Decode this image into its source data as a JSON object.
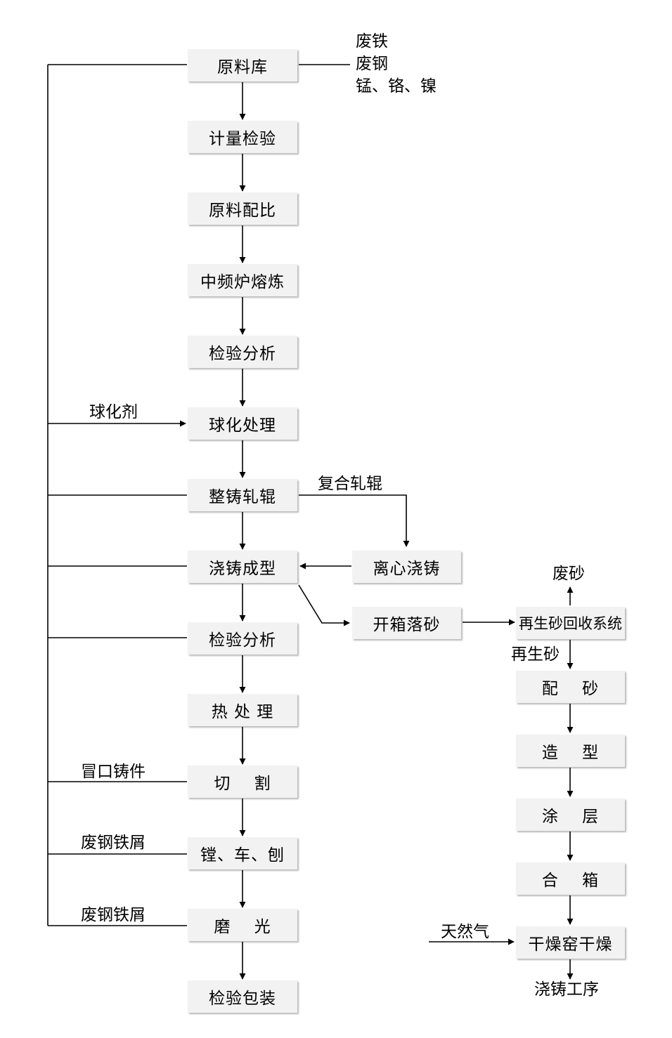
{
  "main_chain": [
    "原料库",
    "计量检验",
    "原料配比",
    "中频炉熔炼",
    "检验分析",
    "球化处理",
    "整铸轧辊",
    "浇铸成型",
    "检验分析",
    "热 处 理",
    "切    割",
    "镗、车、刨",
    "磨    光",
    "检验包装"
  ],
  "middle_boxes": {
    "centrifugal": "离心浇铸",
    "shakeout": "开箱落砂"
  },
  "sand_chain": [
    "再生砂回收系统",
    "配    砂",
    "造    型",
    "涂    层",
    "合    箱",
    "干燥窑干燥"
  ],
  "labels": {
    "raw_materials": [
      "废铁",
      "废钢",
      "锰、铬、镍"
    ],
    "nodulizer": "球化剂",
    "composite_roll": "复合轧辊",
    "waste_sand": "废砂",
    "regenerated_sand": "再生砂",
    "riser_castings": "冒口铸件",
    "scrap_1": "废钢铁屑",
    "scrap_2": "废钢铁屑",
    "natural_gas": "天然气",
    "casting_process": "浇铸工序"
  }
}
